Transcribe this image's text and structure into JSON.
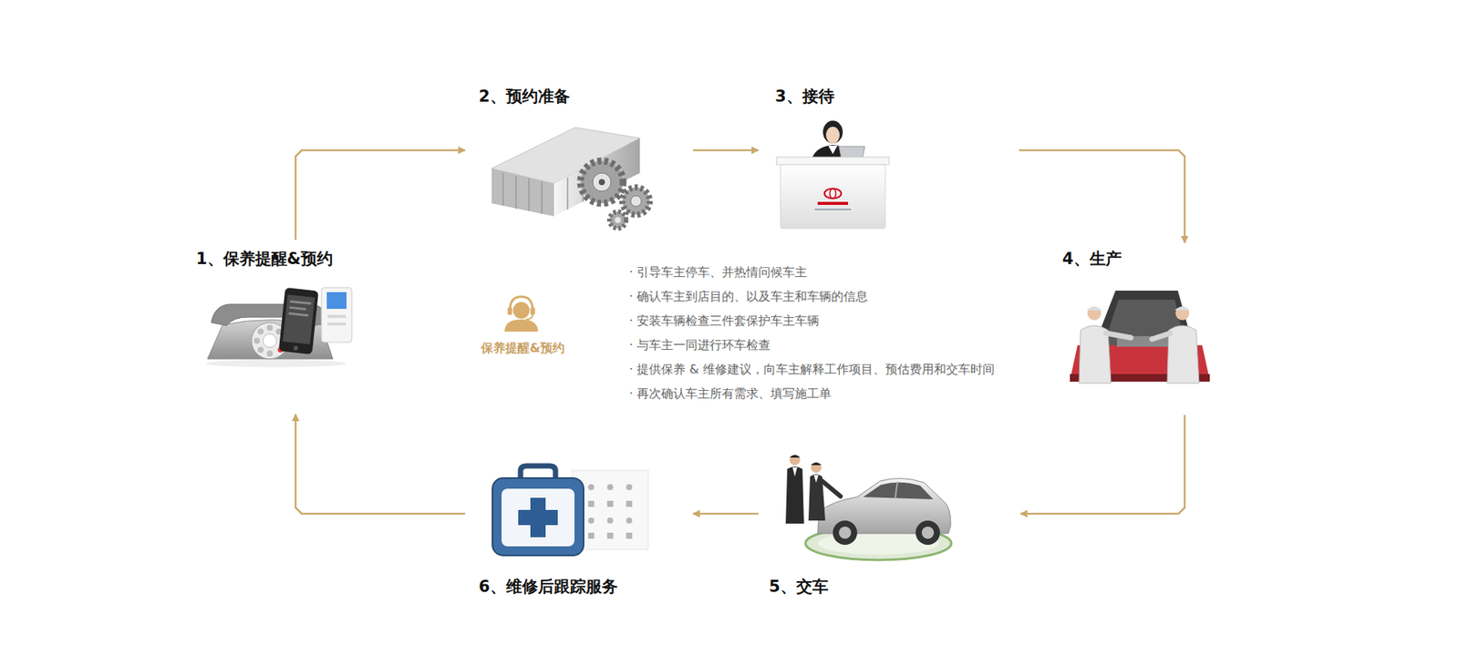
{
  "diagram": {
    "nodes": [
      {
        "text": [
          "1、保养提醒&预约"
        ]
      },
      {
        "text": [
          "2、预约准备"
        ]
      },
      {
        "text": [
          "3、接待"
        ]
      },
      {
        "text": [
          "4、生产"
        ]
      },
      {
        "text": [
          "5、交车"
        ]
      },
      {
        "text": [
          "6、维修后跟踪服务"
        ]
      }
    ],
    "edges": [
      {
        "from": 0,
        "to": 1,
        "arrow": "to"
      },
      {
        "from": 1,
        "to": 2,
        "arrow": "to"
      },
      {
        "from": 2,
        "to": 3,
        "arrow": "to"
      },
      {
        "from": 3,
        "to": 4,
        "arrow": "to"
      },
      {
        "from": 4,
        "to": 5,
        "arrow": "to"
      },
      {
        "from": 5,
        "to": 0,
        "arrow": "to"
      }
    ],
    "labels": [
      "保养提醒&预约",
      "· 引导车主停车、并热情问候车主",
      "· 确认车主到店目的、以及车主和车辆的信息",
      "· 安装车辆检查三件套保护车主车辆",
      "· 与车主一同进行环车检查",
      "· 提供保养 & 维修建议，向车主解释工作项目、预估费用和交车时间",
      "· 再次确认车主所有需求、填写施工单"
    ]
  }
}
